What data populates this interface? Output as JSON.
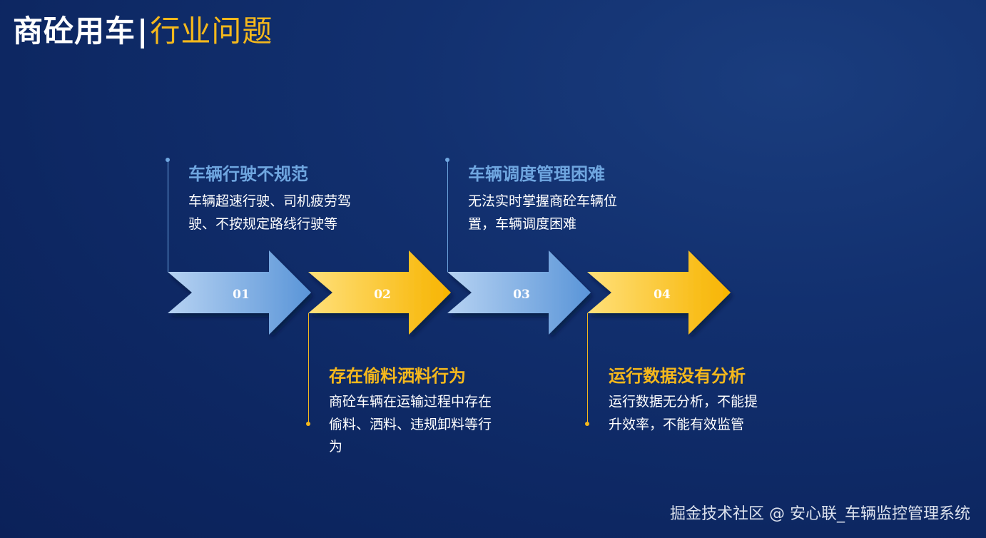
{
  "title": {
    "main": "商砼用车",
    "separator": "|",
    "sub": "行业问题"
  },
  "steps": [
    {
      "number": "01",
      "title": "车辆行驶不规范",
      "desc": "车辆超速行驶、司机疲劳驾驶、不按规定路线行驶等"
    },
    {
      "number": "02",
      "title": "存在偷料洒料行为",
      "desc": "商砼车辆在运输过程中存在偷料、洒料、违规卸料等行为"
    },
    {
      "number": "03",
      "title": "车辆调度管理困难",
      "desc": "无法实时掌握商砼车辆位置，车辆调度困难"
    },
    {
      "number": "04",
      "title": "运行数据没有分析",
      "desc": "运行数据无分析，不能提升效率，不能有效监管"
    }
  ],
  "colors": {
    "blue": "#6fa6e0",
    "gold": "#f5b81c",
    "white": "#ffffff"
  },
  "watermark": "掘金技术社区 @ 安心联_车辆监控管理系统"
}
